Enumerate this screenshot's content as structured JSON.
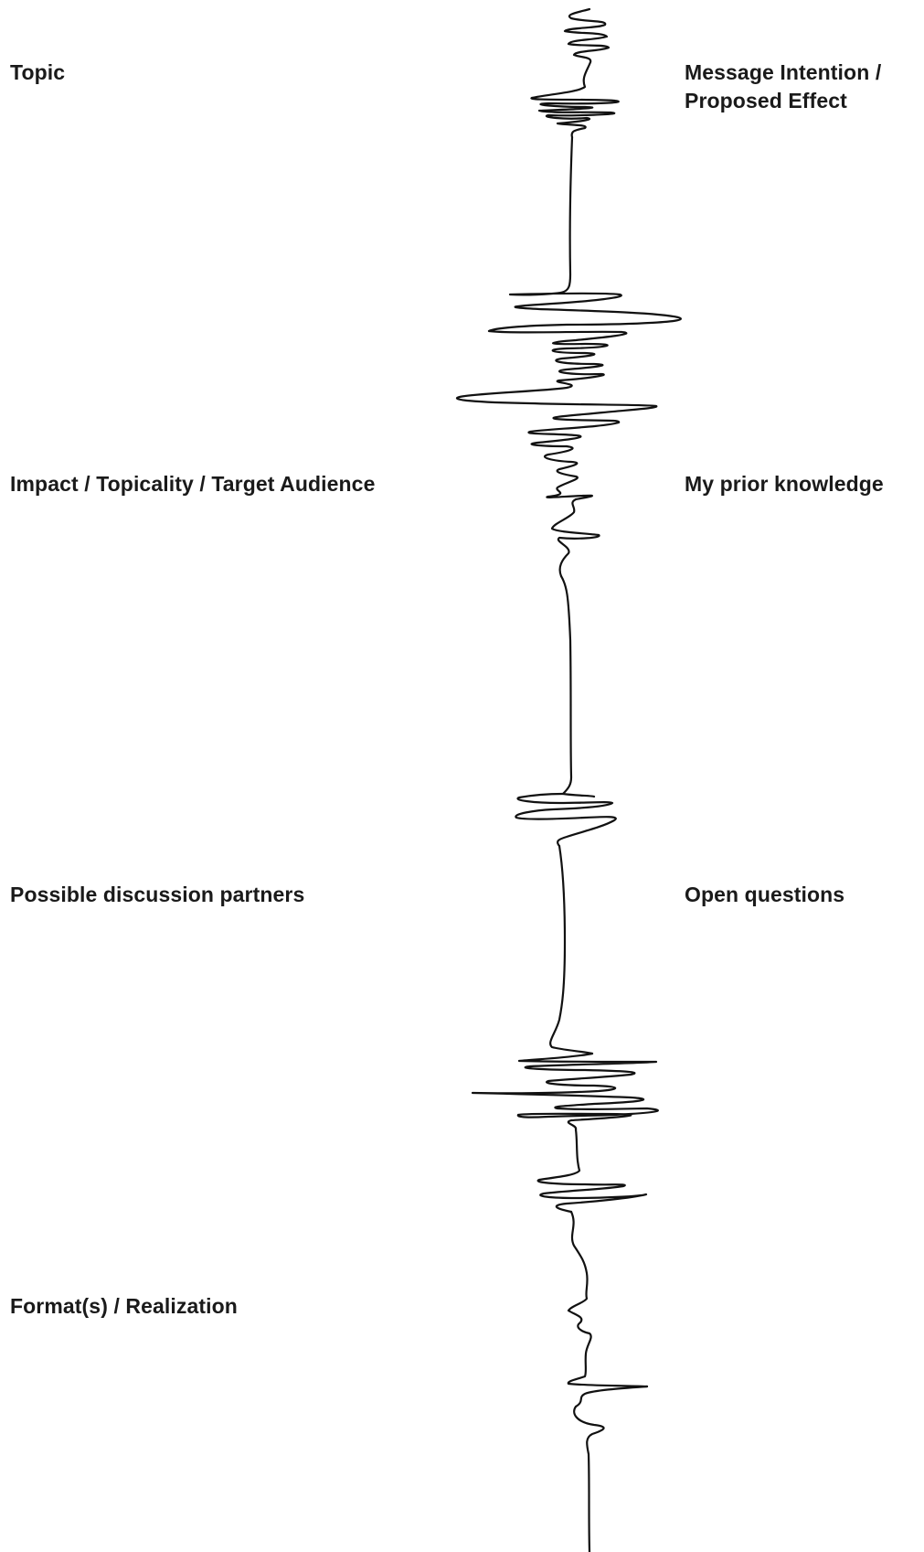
{
  "worksheet": {
    "labels": {
      "topic": "Topic",
      "message_intention_line1": "Message Intention /",
      "message_intention_line2": "Proposed Effect",
      "impact": "Impact / Topicality / Target Audience",
      "prior_knowledge": "My prior knowledge",
      "discussion_partners": "Possible discussion partners",
      "open_questions": "Open questions",
      "formats": "Format(s) / Realization"
    },
    "divider": {
      "kind": "hand-drawn-scribble-line",
      "color": "#111111"
    }
  }
}
